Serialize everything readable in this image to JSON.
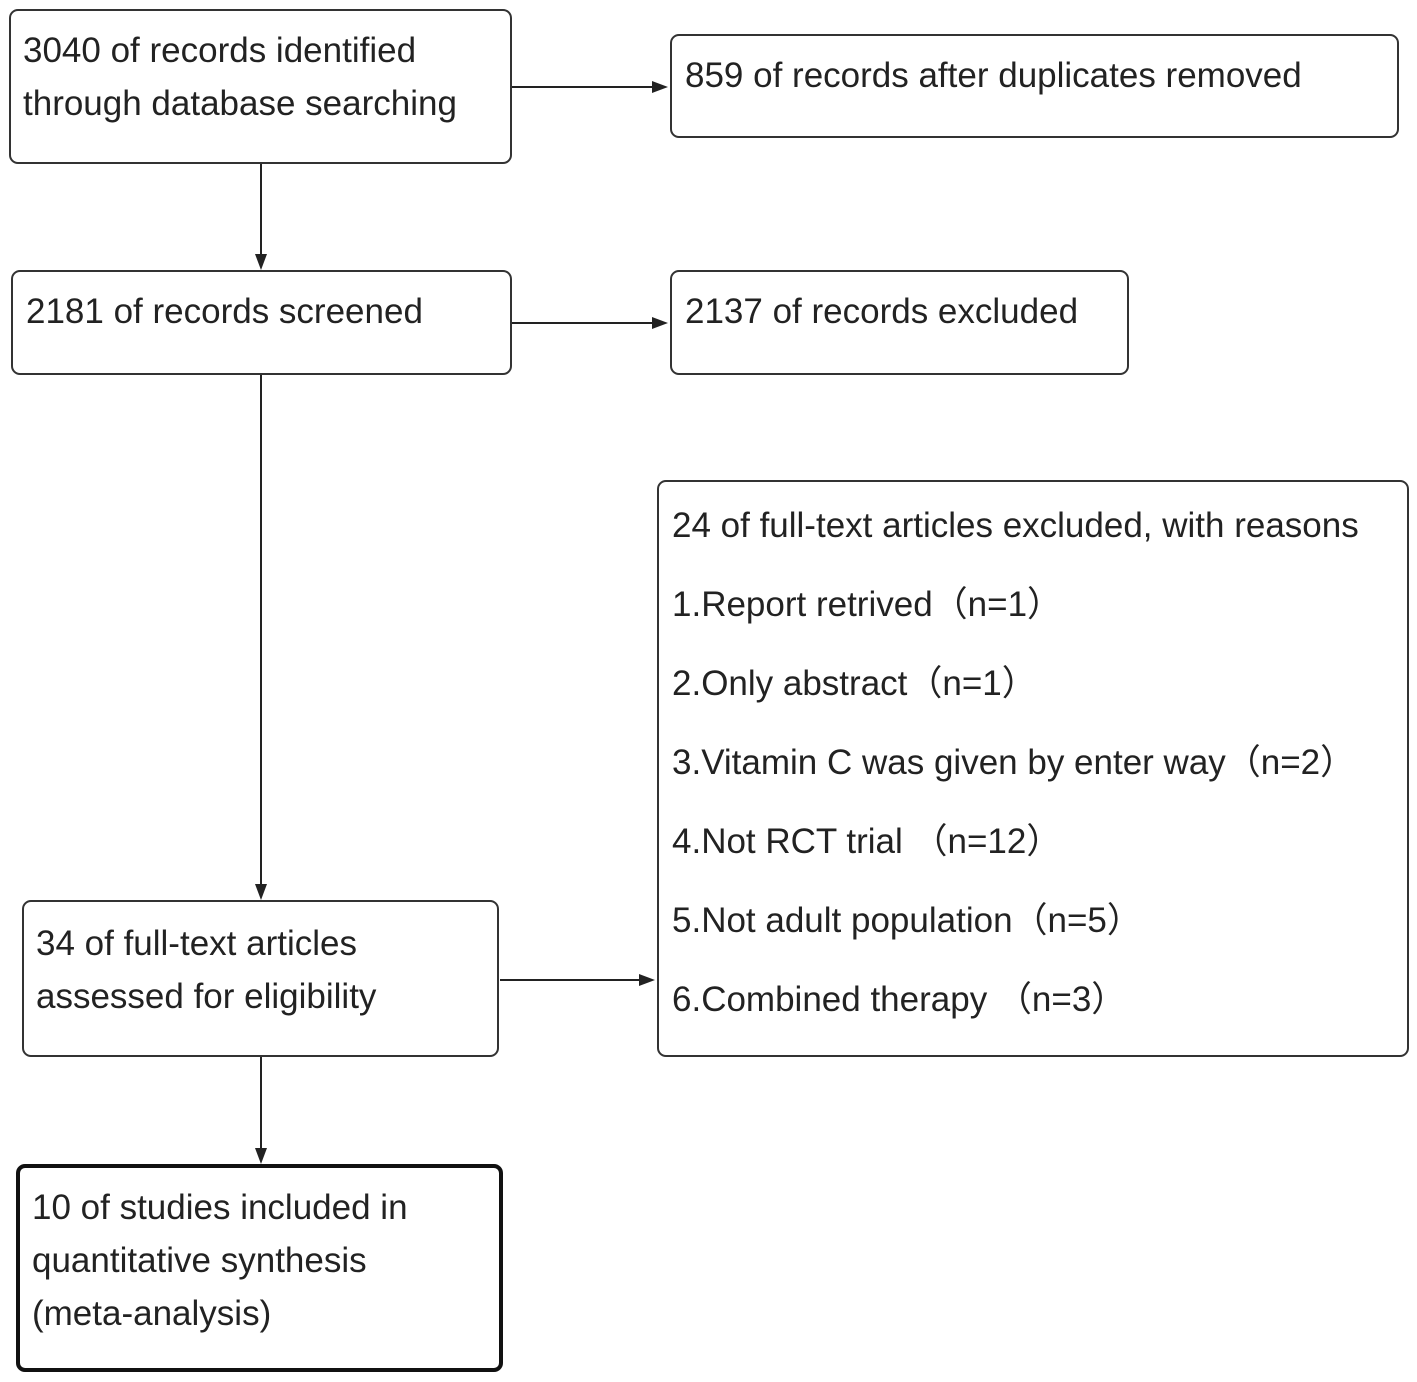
{
  "flow": {
    "identified": {
      "lines": [
        "3040 of records identified",
        "through database searching"
      ]
    },
    "duplicates_removed": {
      "lines": [
        "859 of records after duplicates removed"
      ]
    },
    "screened": {
      "lines": [
        "2181 of records screened"
      ]
    },
    "excluded": {
      "lines": [
        "2137 of records excluded"
      ]
    },
    "full_text_assessed": {
      "lines": [
        "34 of full-text articles",
        "assessed for eligibility"
      ]
    },
    "full_text_excluded": {
      "title": "24 of full-text articles excluded, with reasons",
      "reasons": [
        "1.Report retrived（n=1）",
        "2.Only abstract（n=1）",
        "3.Vitamin C was given by enter way（n=2）",
        "4.Not RCT trial （n=12）",
        "5.Not adult population（n=5）",
        "6.Combined therapy （n=3）"
      ]
    },
    "included": {
      "lines": [
        "10 of studies included in",
        "quantitative synthesis",
        "(meta-analysis)"
      ]
    }
  }
}
